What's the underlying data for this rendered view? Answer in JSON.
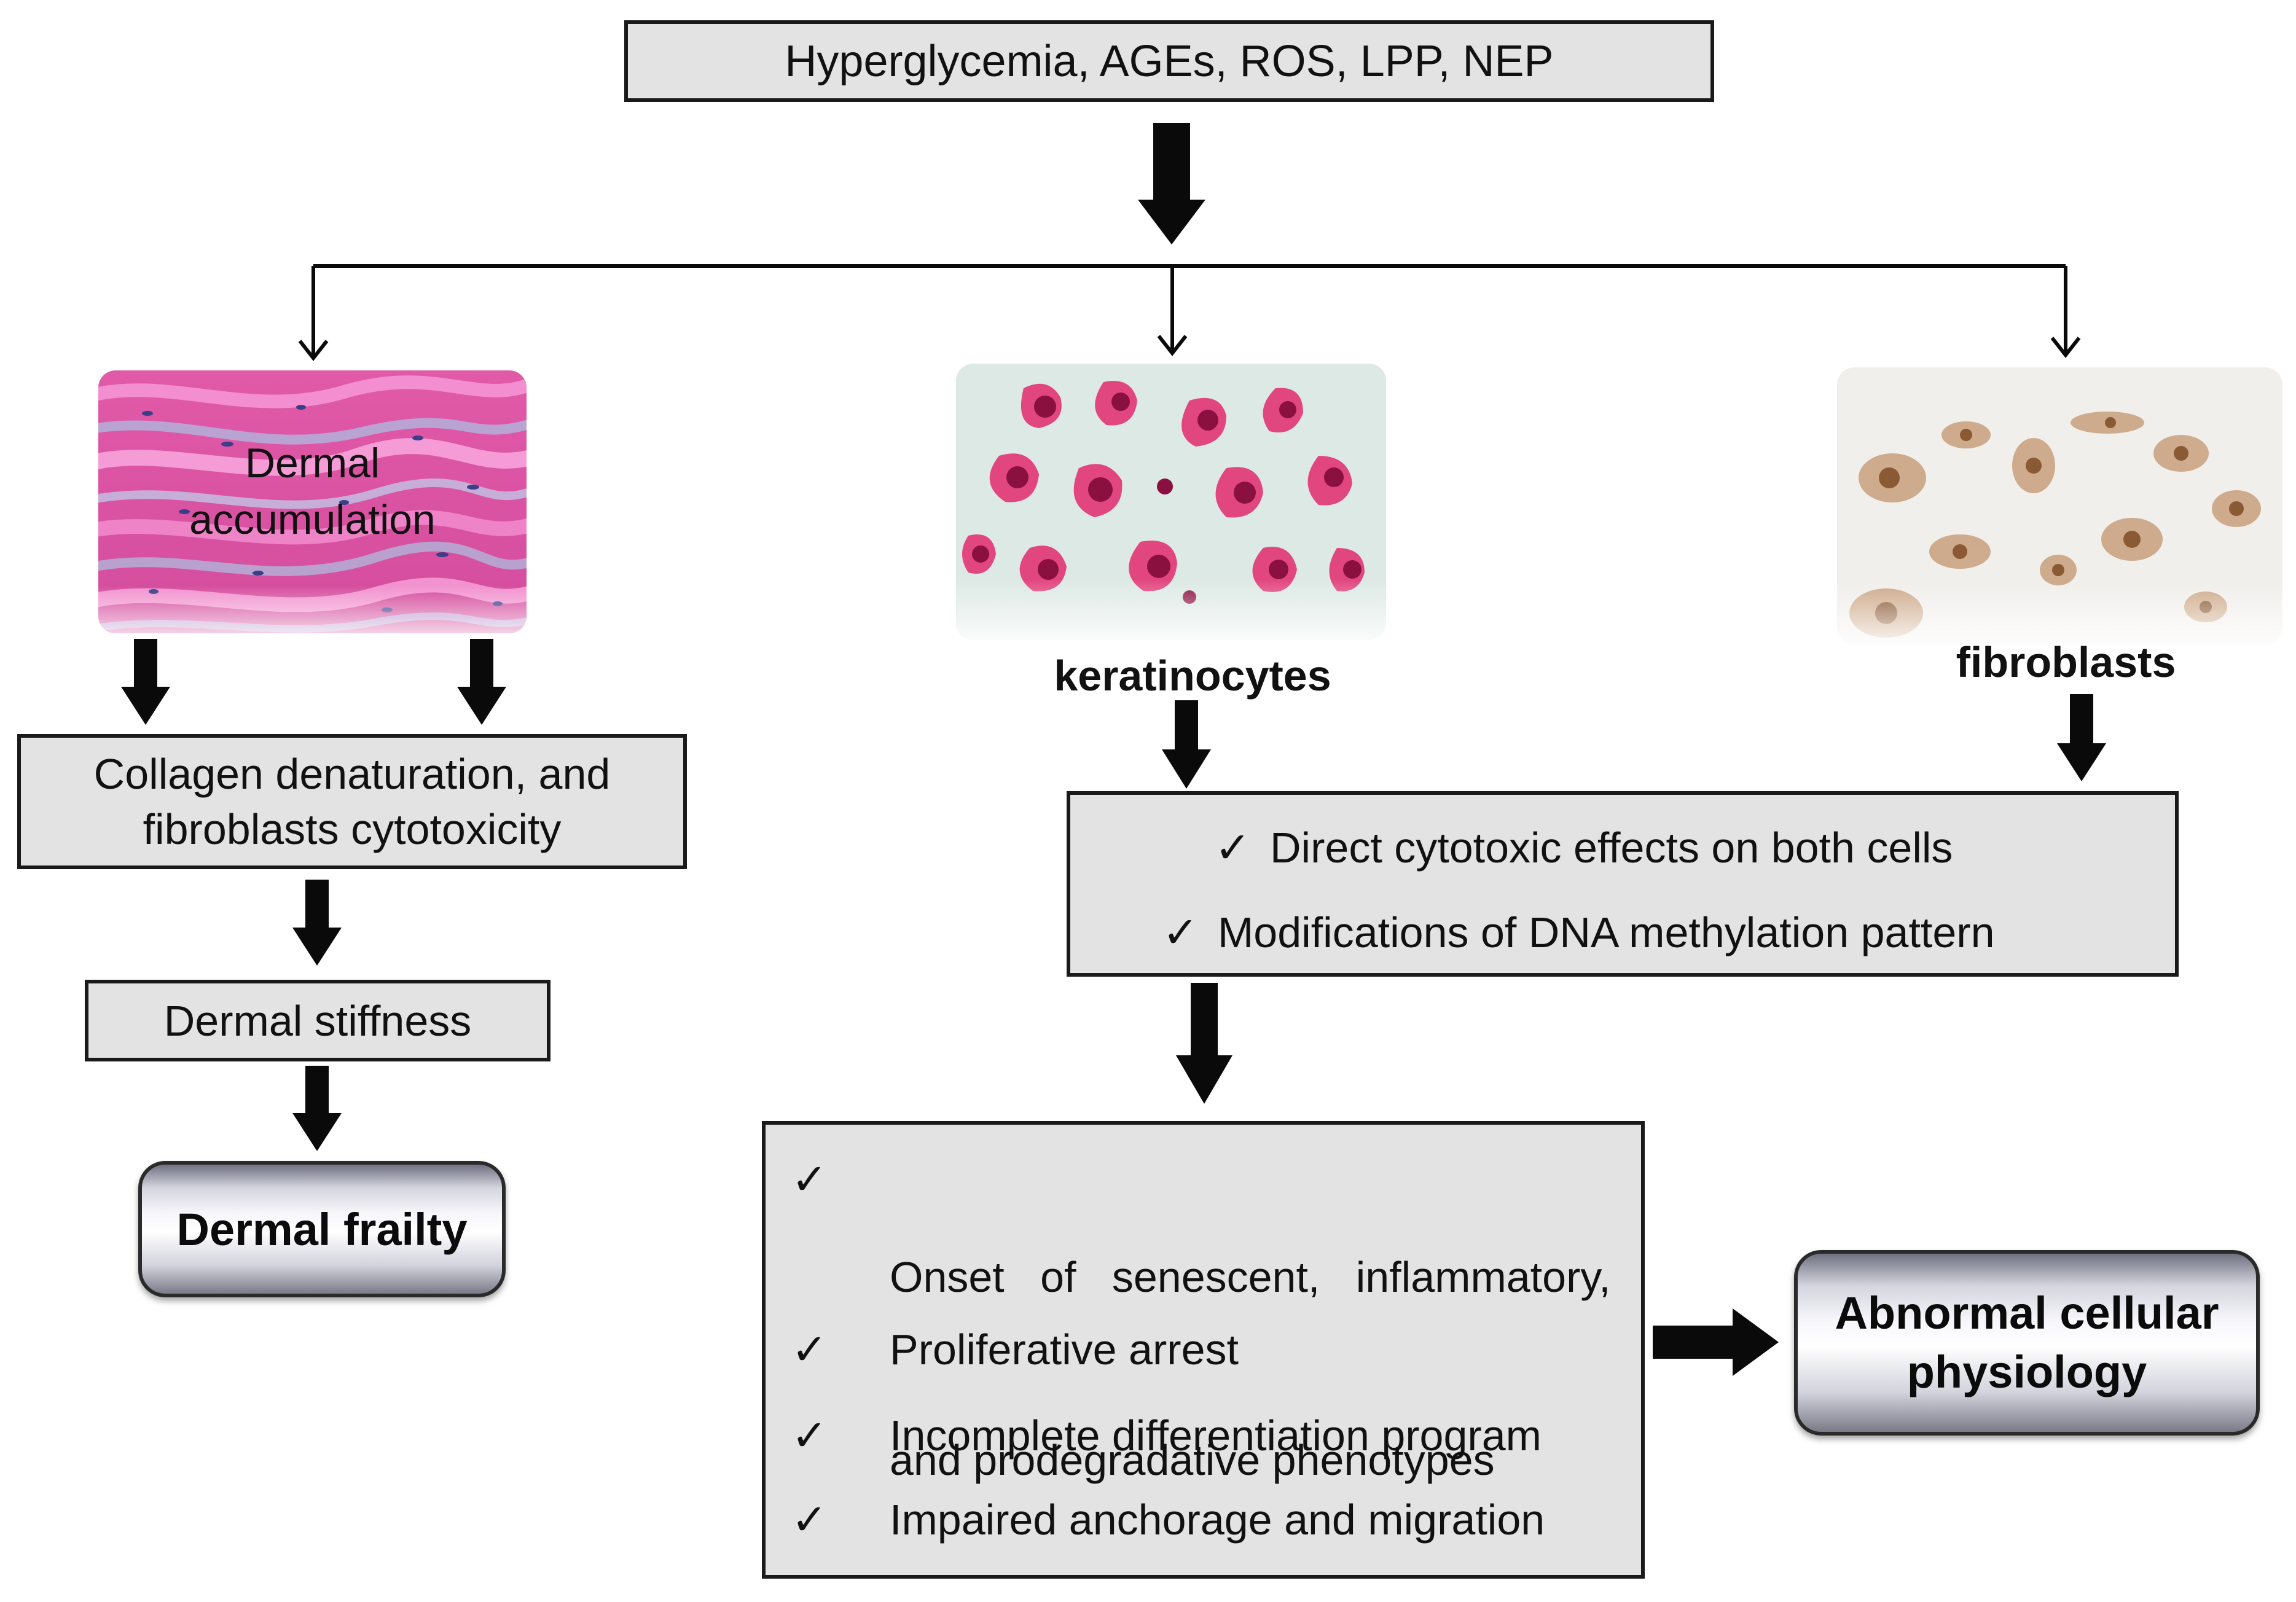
{
  "top_box": {
    "label": "Hyperglycemia, AGEs, ROS, LPP, NEP"
  },
  "left_branch": {
    "image_label_line1": "Dermal",
    "image_label_line2": "accumulation",
    "box1_line1": "Collagen denaturation, and",
    "box1_line2": "fibroblasts cytotoxicity",
    "box2": "Dermal stiffness",
    "outcome": "Dermal frailty"
  },
  "center_branch": {
    "caption": "keratinocytes"
  },
  "right_branch": {
    "caption": "fibroblasts"
  },
  "effects_box": {
    "items": [
      "Direct cytotoxic effects on both cells",
      "Modifications of DNA methylation pattern"
    ]
  },
  "phenotype_box": {
    "item1_line1": "Onset   of   senescent,   inflammatory,",
    "item1_line2": "and prodegradative phenotypes",
    "item2": "Proliferative arrest",
    "item3": "Incomplete differentiation program",
    "item4": "Impaired anchorage and migration"
  },
  "final_outcome": {
    "line1": "Abnormal cellular",
    "line2": "physiology"
  },
  "icons": {
    "check": "✓"
  },
  "colors": {
    "box_fill": "#e3e3e3",
    "arrow": "#0a0a0a",
    "stain_pink": "#d9489a",
    "cell_magenta": "#c21a5e",
    "fibroblast_brown": "#9a6a45"
  }
}
